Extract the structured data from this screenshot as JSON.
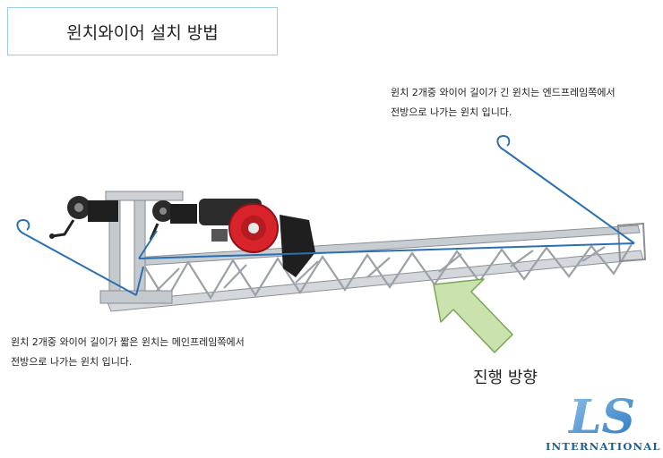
{
  "title": "윈치와이어 설치 방법",
  "note_long": {
    "line1": "윈치 2개중 와이어 길이가 긴 윈치는 엔드프레임쪽에서",
    "line2": "전방으로 나가는 윈치 입니다."
  },
  "note_short": {
    "line1": "윈치 2개중 와이어 길이가 짧은 윈치는 메인프레임쪽에서",
    "line2": "전방으로 나가는 윈치 입니다."
  },
  "direction_label": "진행 방향",
  "logo": {
    "mark": "LS",
    "subtitle": "INTERNATIONAL"
  },
  "colors": {
    "wire": "#2b6fb3",
    "arrow_fill": "#c9e2ae",
    "arrow_stroke": "#7aa653",
    "frame": "#b9bec4",
    "engine_red": "#d8232a",
    "logo_blue": "#1f5d8c",
    "title_border": "#9ccfe0"
  }
}
